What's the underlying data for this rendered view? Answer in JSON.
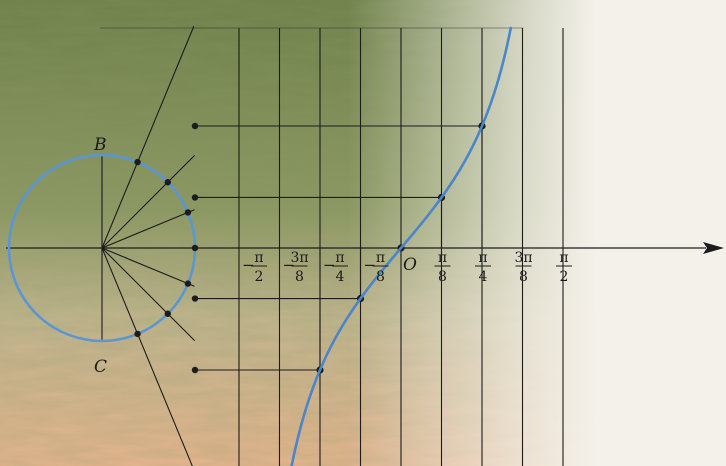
{
  "colors": {
    "curve": "#4a86c8",
    "circle": "#5a96d4",
    "line": "#1c1c1c",
    "dot": "#1c1c1c",
    "photo_green": "#7d8b4e",
    "photo_warm": "#e3b188",
    "paper": "#f4f1ea"
  },
  "labels": {
    "B": "B",
    "C": "C",
    "O": "O"
  },
  "tick_labels": [
    {
      "id": "neg-pi-2",
      "sign": "−",
      "num": "π",
      "den": "2"
    },
    {
      "id": "neg-3pi-8",
      "sign": "−",
      "num": "3π",
      "den": "8"
    },
    {
      "id": "neg-pi-4",
      "sign": "−",
      "num": "π",
      "den": "4"
    },
    {
      "id": "neg-pi-8",
      "sign": "−",
      "num": "π",
      "den": "8"
    },
    {
      "id": "pi-8",
      "sign": "",
      "num": "π",
      "den": "8"
    },
    {
      "id": "pi-4",
      "sign": "",
      "num": "π",
      "den": "4"
    },
    {
      "id": "3pi-8",
      "sign": "",
      "num": "3π",
      "den": "8"
    },
    {
      "id": "pi-2",
      "sign": "",
      "num": "π",
      "den": "2"
    }
  ],
  "figure": {
    "curve_function": "tan",
    "angle_step": "π/8"
  }
}
